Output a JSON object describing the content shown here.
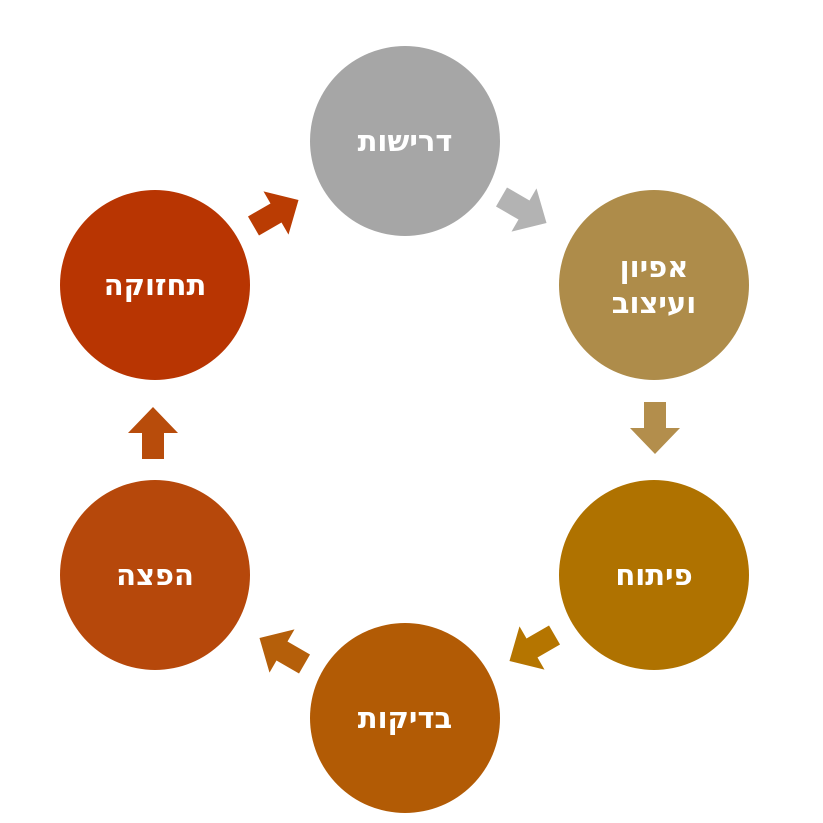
{
  "diagram": {
    "type": "cycle",
    "direction": "clockwise",
    "stages": [
      {
        "label": "דרישות",
        "color": "#A6A6A6"
      },
      {
        "label": "אפיון\nועיצוב",
        "color": "#AE8C4A"
      },
      {
        "label": "פיתוח",
        "color": "#AF7200"
      },
      {
        "label": "בדיקות",
        "color": "#B25B05"
      },
      {
        "label": "הפצה",
        "color": "#B6480B"
      },
      {
        "label": "תחזוקה",
        "color": "#B83502"
      }
    ],
    "arrows": [
      {
        "from": 0,
        "to": 1,
        "color": "#B3B3B3"
      },
      {
        "from": 1,
        "to": 2,
        "color": "#B38E4C"
      },
      {
        "from": 2,
        "to": 3,
        "color": "#B57500"
      },
      {
        "from": 3,
        "to": 4,
        "color": "#B55F0A"
      },
      {
        "from": 4,
        "to": 5,
        "color": "#B84C0B"
      },
      {
        "from": 5,
        "to": 0,
        "color": "#BA3C03"
      }
    ]
  }
}
